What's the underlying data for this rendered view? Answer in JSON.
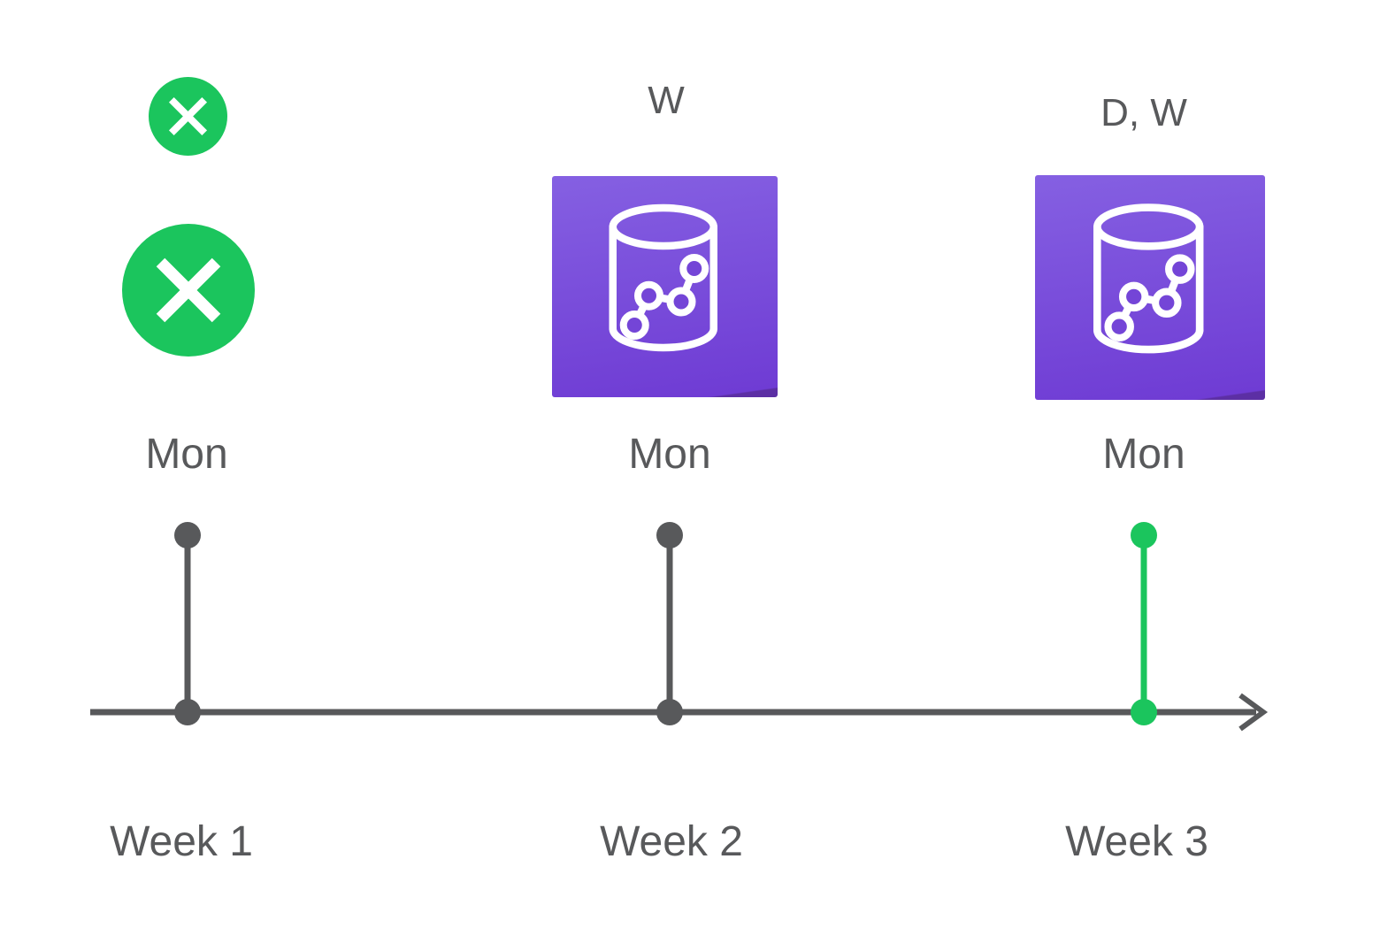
{
  "colors": {
    "green": "#1bc55d",
    "gray": "#58595b",
    "purple_top": "#8560e2",
    "purple_bottom": "#6f3cd4",
    "purple_edge": "#5c2fa4",
    "purple_node": "#7445d7",
    "icon_stroke": "#ffffff"
  },
  "timeline": {
    "axis_direction": "right-arrow",
    "weeks": [
      {
        "week_label": "Week 1",
        "day_label": "Mon",
        "marker_color": "#58595b",
        "icons": [
          {
            "name": "x-circle-icon",
            "size": "small"
          },
          {
            "name": "x-circle-icon",
            "size": "large"
          }
        ]
      },
      {
        "week_label": "Week 2",
        "day_label": "Mon",
        "annotation": "W",
        "marker_color": "#58595b",
        "icons": [
          {
            "name": "database-chart-icon"
          }
        ]
      },
      {
        "week_label": "Week 3",
        "day_label": "Mon",
        "annotation": "D, W",
        "marker_color": "#1bc55d",
        "icons": [
          {
            "name": "database-chart-icon"
          }
        ]
      }
    ]
  }
}
